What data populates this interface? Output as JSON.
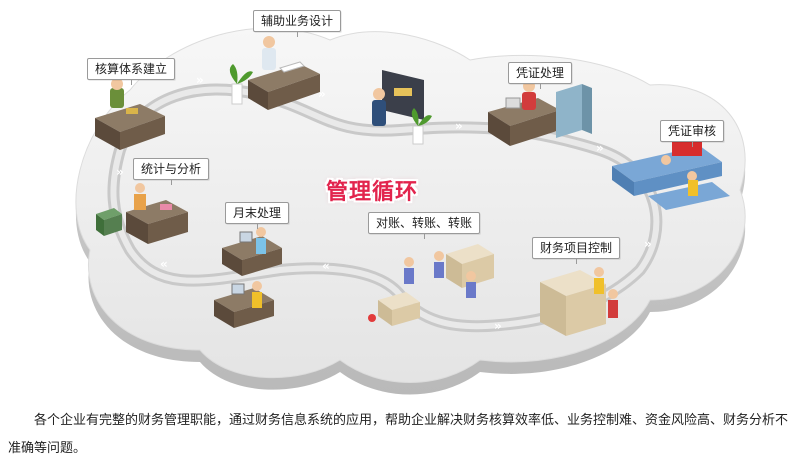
{
  "diagram": {
    "center_title": "管理循环",
    "steps": [
      {
        "id": "accounting-setup",
        "label": "核算体系建立"
      },
      {
        "id": "assist-design",
        "label": "辅助业务设计"
      },
      {
        "id": "voucher-processing",
        "label": "凭证处理"
      },
      {
        "id": "voucher-audit",
        "label": "凭证审核"
      },
      {
        "id": "project-control",
        "label": "财务项目控制"
      },
      {
        "id": "reconcile-transfer",
        "label": "对账、转账、转账"
      },
      {
        "id": "month-end",
        "label": "月末处理"
      },
      {
        "id": "statistics-analysis",
        "label": "统计与分析"
      }
    ],
    "flow_arrow_glyph": "»",
    "colors": {
      "accent": "#e2244d",
      "track": "#c9c9c9",
      "platform": "#f4f4f4"
    }
  },
  "caption": "各个企业有完整的财务管理职能，通过财务信息系统的应用，帮助企业解决财务核算效率低、业务控制难、资金风险高、财务分析不准确等问题。"
}
